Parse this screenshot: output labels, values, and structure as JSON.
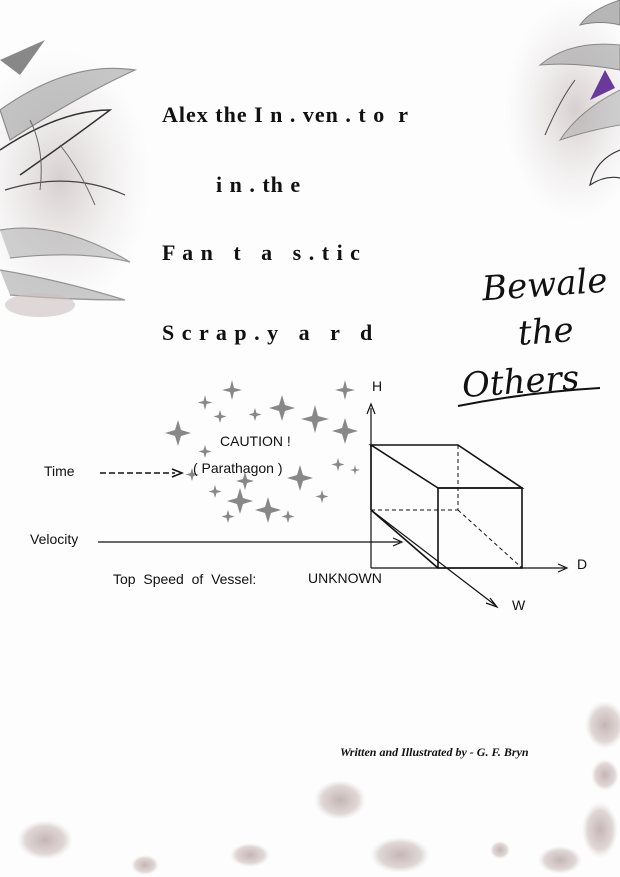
{
  "title_lines": [
    "Alex the I n . ven . t o  r",
    "i n . th e",
    "F a n   t   a   s . t i c",
    "S c r a p . y   a   r   d"
  ],
  "handwritten": [
    "Bewale",
    "the",
    "Others"
  ],
  "diagram": {
    "caution": "CAUTION !",
    "paren": "( Parathagon )",
    "time_label": "Time",
    "velocity_label": "Velocity",
    "axis_h": "H",
    "axis_d": "D",
    "axis_w": "W",
    "speed_label": "Top  Speed  of  Vessel:",
    "speed_value": "UNKNOWN"
  },
  "credit": "Written and Illustrated by - G. F. Bryn"
}
